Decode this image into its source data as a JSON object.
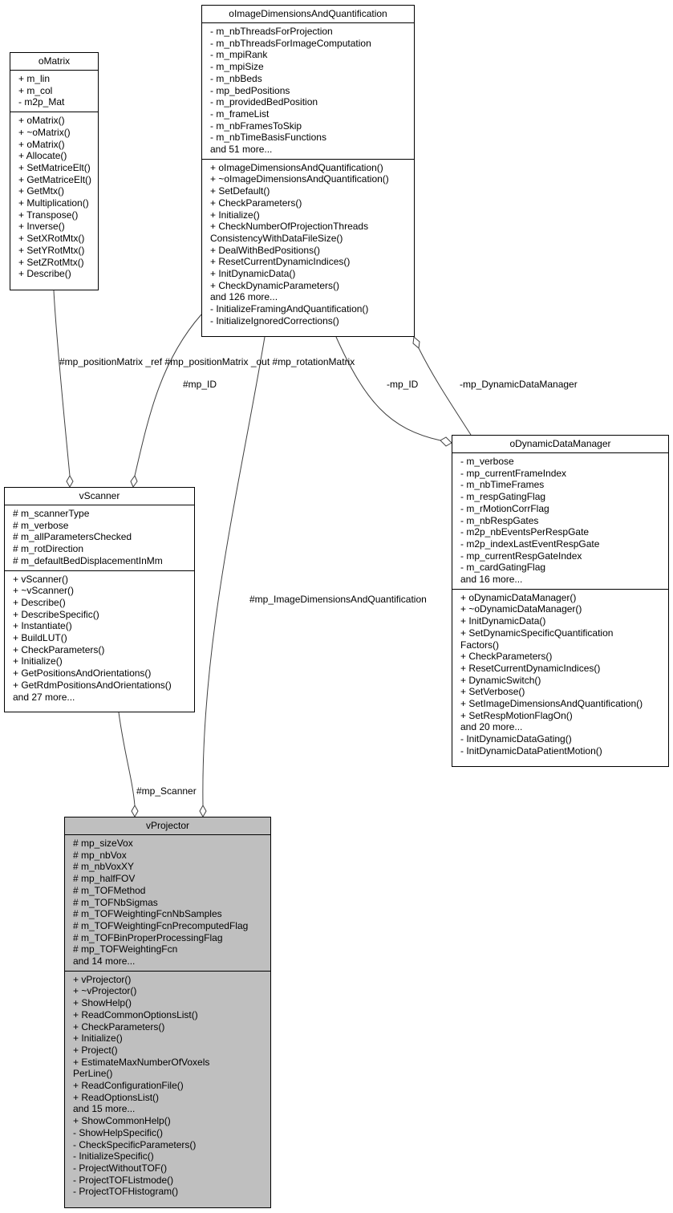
{
  "classes": {
    "oImageDimensionsAndQuantification": {
      "name": "oImageDimensionsAndQuantification",
      "attributes": [
        "- m_nbThreadsForProjection",
        "- m_nbThreadsForImageComputation",
        "- m_mpiRank",
        "- m_mpiSize",
        "- m_nbBeds",
        "- mp_bedPositions",
        "- m_providedBedPosition",
        "- m_frameList",
        "- m_nbFramesToSkip",
        "- m_nbTimeBasisFunctions",
        "and 51 more..."
      ],
      "methods": [
        "+ oImageDimensionsAndQuantification()",
        "+ ~oImageDimensionsAndQuantification()",
        "+ SetDefault()",
        "+ CheckParameters()",
        "+ Initialize()",
        "+ CheckNumberOfProjectionThreads",
        "ConsistencyWithDataFileSize()",
        "+ DealWithBedPositions()",
        "+ ResetCurrentDynamicIndices()",
        "+ InitDynamicData()",
        "+ CheckDynamicParameters()",
        "and 126 more...",
        "- InitializeFramingAndQuantification()",
        "- InitializeIgnoredCorrections()"
      ]
    },
    "oMatrix": {
      "name": "oMatrix",
      "attributes": [
        "+ m_lin",
        "+ m_col",
        "- m2p_Mat"
      ],
      "methods": [
        "+ oMatrix()",
        "+ ~oMatrix()",
        "+ oMatrix()",
        "+ Allocate()",
        "+ SetMatriceElt()",
        "+ GetMatriceElt()",
        "+ GetMtx()",
        "+ Multiplication()",
        "+ Transpose()",
        "+ Inverse()",
        "+ SetXRotMtx()",
        "+ SetYRotMtx()",
        "+ SetZRotMtx()",
        "+ Describe()"
      ]
    },
    "vScanner": {
      "name": "vScanner",
      "attributes": [
        "# m_scannerType",
        "# m_verbose",
        "# m_allParametersChecked",
        "# m_rotDirection",
        "# m_defaultBedDisplacementInMm"
      ],
      "methods": [
        "+ vScanner()",
        "+ ~vScanner()",
        "+ Describe()",
        "+ DescribeSpecific()",
        "+ Instantiate()",
        "+ BuildLUT()",
        "+ CheckParameters()",
        "+ Initialize()",
        "+ GetPositionsAndOrientations()",
        "+ GetRdmPositionsAndOrientations()",
        "and 27 more..."
      ]
    },
    "oDynamicDataManager": {
      "name": "oDynamicDataManager",
      "attributes": [
        "- m_verbose",
        "- mp_currentFrameIndex",
        "- m_nbTimeFrames",
        "- m_respGatingFlag",
        "- m_rMotionCorrFlag",
        "- m_nbRespGates",
        "- m2p_nbEventsPerRespGate",
        "- m2p_indexLastEventRespGate",
        "- mp_currentRespGateIndex",
        "- m_cardGatingFlag",
        "and 16 more..."
      ],
      "methods": [
        "+ oDynamicDataManager()",
        "+ ~oDynamicDataManager()",
        "+ InitDynamicData()",
        "+ SetDynamicSpecificQuantification",
        "Factors()",
        "+ CheckParameters()",
        "+ ResetCurrentDynamicIndices()",
        "+ DynamicSwitch()",
        "+ SetVerbose()",
        "+ SetImageDimensionsAndQuantification()",
        "+ SetRespMotionFlagOn()",
        "and 20 more...",
        "- InitDynamicDataGating()",
        "- InitDynamicDataPatientMotion()"
      ]
    },
    "vProjector": {
      "name": "vProjector",
      "attributes": [
        "# mp_sizeVox",
        "# mp_nbVox",
        "# m_nbVoxXY",
        "# mp_halfFOV",
        "# m_TOFMethod",
        "# m_TOFNbSigmas",
        "# m_TOFWeightingFcnNbSamples",
        "# m_TOFWeightingFcnPrecomputedFlag",
        "# m_TOFBinProperProcessingFlag",
        "# mp_TOFWeightingFcn",
        "and 14 more..."
      ],
      "methods": [
        "+ vProjector()",
        "+ ~vProjector()",
        "+ ShowHelp()",
        "+ ReadCommonOptionsList()",
        "+ CheckParameters()",
        "+ Initialize()",
        "+ Project()",
        "+ EstimateMaxNumberOfVoxels",
        "PerLine()",
        "+ ReadConfigurationFile()",
        "+ ReadOptionsList()",
        "and 15 more...",
        "+ ShowCommonHelp()",
        "- ShowHelpSpecific()",
        "- CheckSpecificParameters()",
        "- InitializeSpecific()",
        "- ProjectWithoutTOF()",
        "- ProjectTOFListmode()",
        "- ProjectTOFHistogram()"
      ]
    }
  },
  "edge_labels": {
    "matrix_to_scanner": [
      "#mp_positionMatrix",
      "_ref",
      "#mp_positionMatrix",
      "_out",
      "#mp_rotationMatrix"
    ],
    "idq_to_scanner": "#mp_ID",
    "idq_to_ddm": "-mp_ID",
    "ddm_to_idq": "-mp_DynamicDataManager",
    "idq_to_projector": "#mp_ImageDimensionsAndQuantification",
    "scanner_to_projector": "#mp_Scanner"
  },
  "colors": {
    "highlight_fill": "#bfbfbf",
    "border": "#000000",
    "edge": "#404040"
  }
}
